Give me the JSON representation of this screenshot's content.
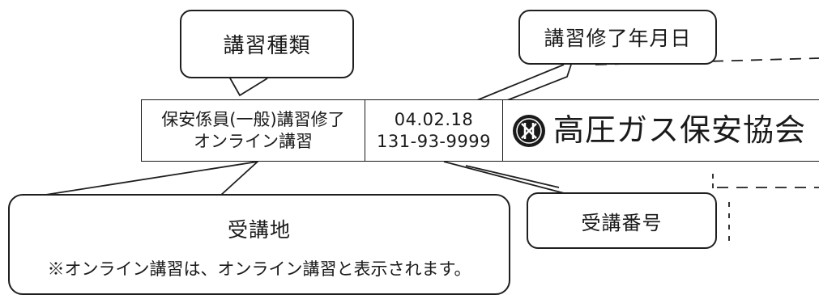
{
  "callouts": {
    "course_type": "講習種類",
    "completion_date": "講習修了年月日",
    "student_number": "受講番号",
    "venue": {
      "title": "受講地",
      "note": "※オンライン講習は、オンライン講習と表示されます。"
    }
  },
  "certificate": {
    "course_line1": "保安係員(一般)講習修了",
    "course_line2": "オンライン講習",
    "completion_date": "04.02.18",
    "student_number": "131-93-9999",
    "issuer": "高圧ガス保安協会"
  }
}
